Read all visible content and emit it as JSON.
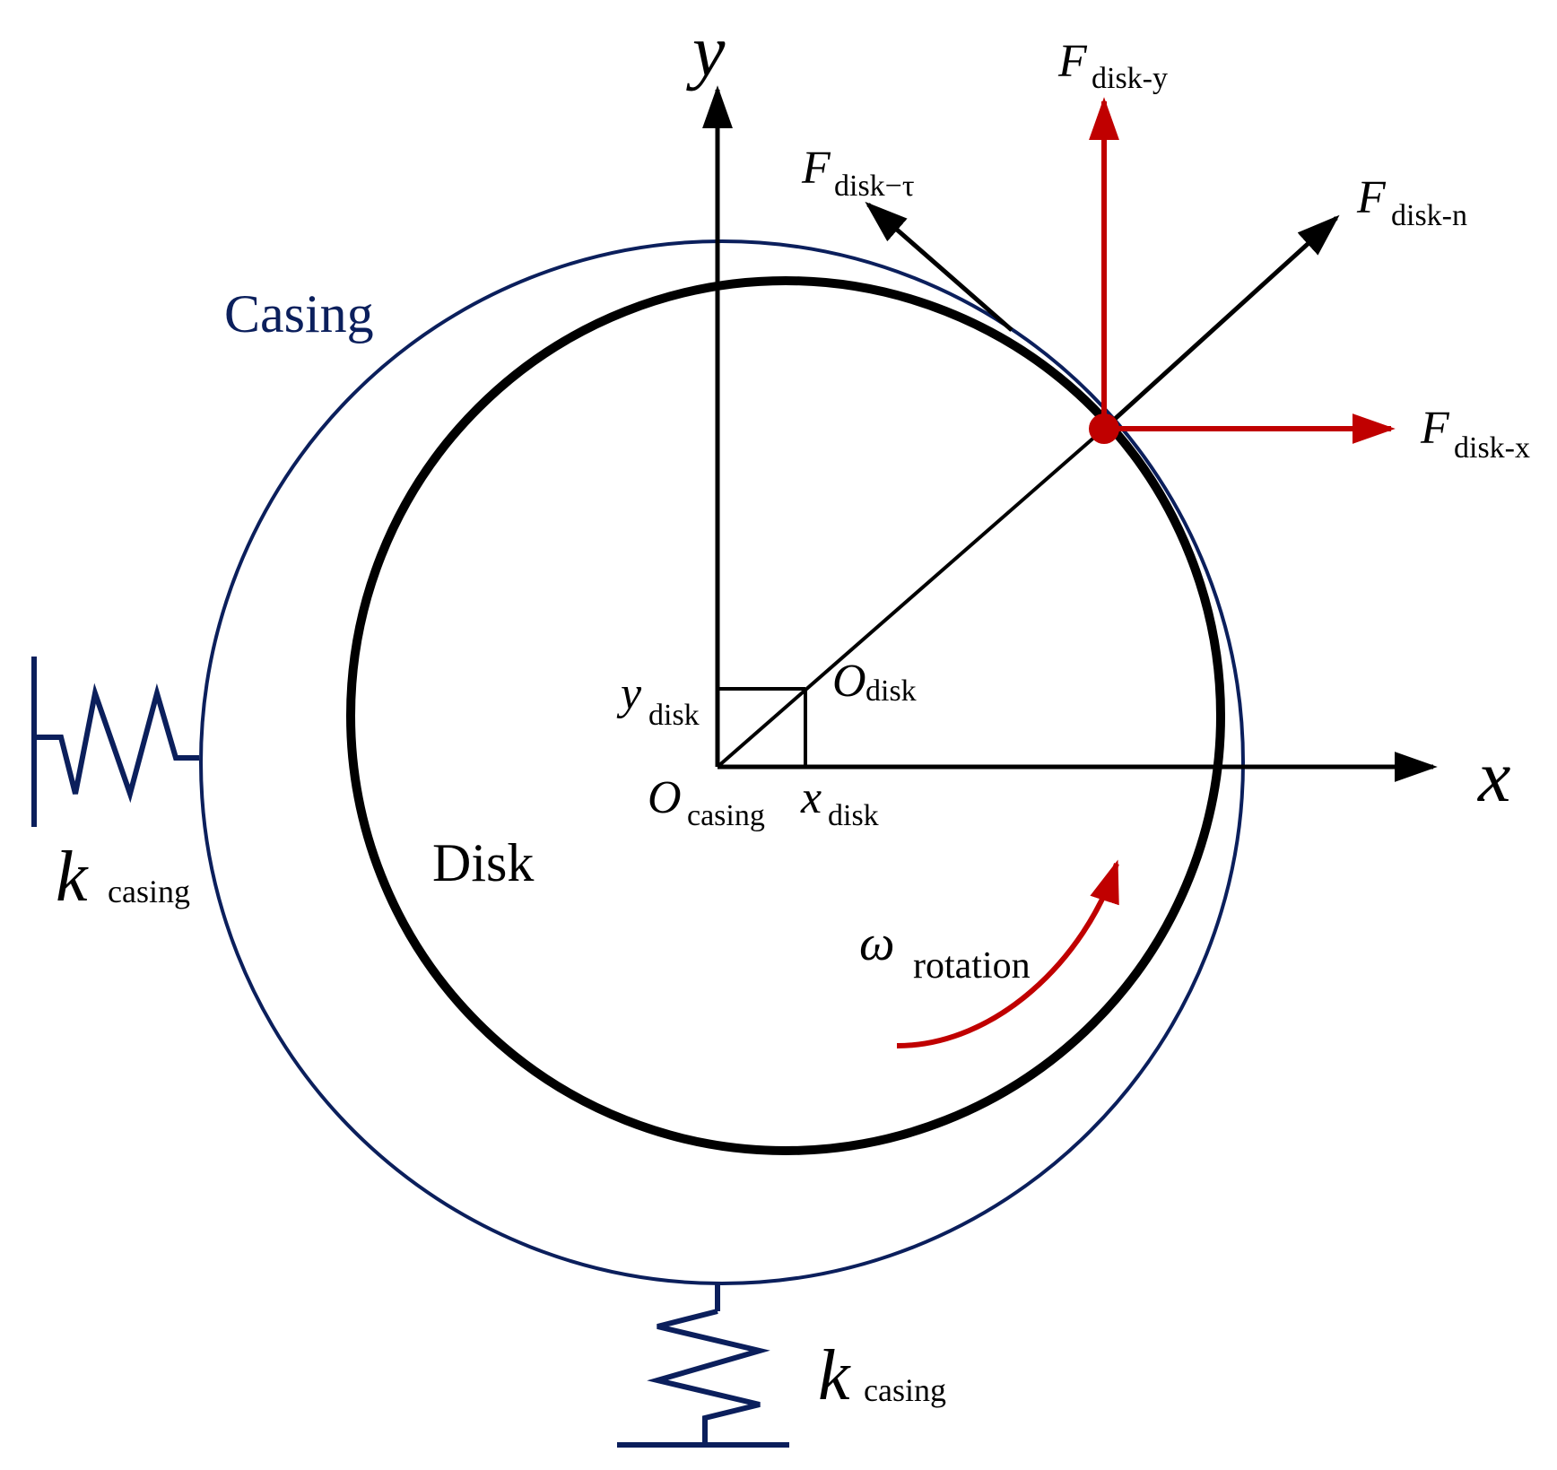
{
  "colors": {
    "black": "#000000",
    "casing_blue": "#0b1f5c",
    "force_red": "#c00000"
  },
  "labels": {
    "axis_x": "x",
    "axis_y": "y",
    "casing": "Casing",
    "disk": "Disk",
    "f_disk_y": {
      "main": "F",
      "sub": "disk-y"
    },
    "f_disk_tau": {
      "main": "F",
      "sub": "disk−τ"
    },
    "f_disk_n": {
      "main": "F",
      "sub": "disk-n"
    },
    "f_disk_x": {
      "main": "F",
      "sub": "disk-x"
    },
    "o_disk": {
      "main": "O",
      "sub": "disk"
    },
    "y_disk": {
      "main": "y",
      "sub": "disk"
    },
    "o_casing": {
      "main": "O",
      "sub": "casing"
    },
    "x_disk": {
      "main": "x",
      "sub": "disk"
    },
    "omega": {
      "main": "ω",
      "sub": "rotation"
    },
    "k_left": {
      "main": "k",
      "sub": "casing"
    },
    "k_bottom": {
      "main": "k",
      "sub": "casing"
    }
  }
}
